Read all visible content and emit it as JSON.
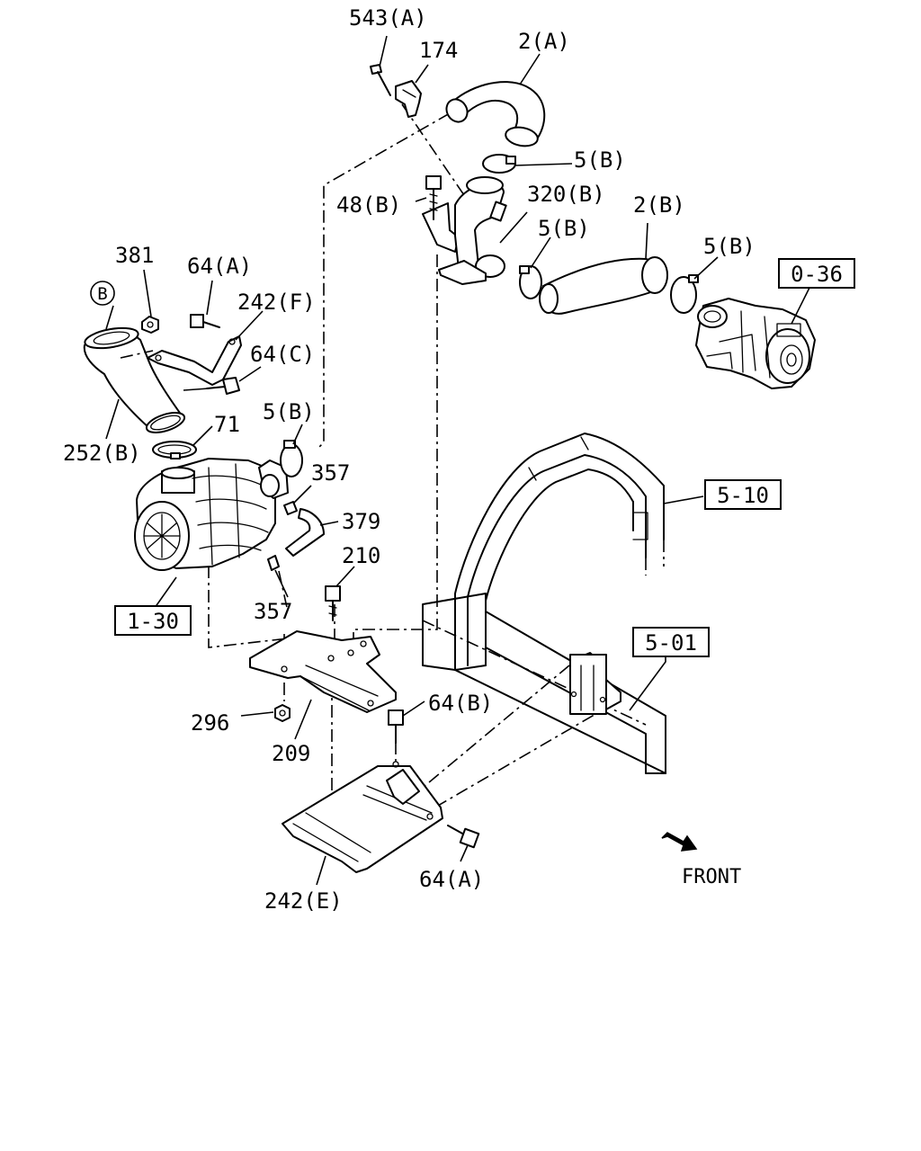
{
  "labels": {
    "p543a": "543(A)",
    "p174": "174",
    "p2a": "2(A)",
    "p5b_1": "5(B)",
    "p48b": "48(B)",
    "p320b": "320(B)",
    "p2b": "2(B)",
    "p5b_2": "5(B)",
    "p5b_3": "5(B)",
    "p381": "381",
    "p64a_1": "64(A)",
    "p242f": "242(F)",
    "p64c": "64(C)",
    "p5b_4": "5(B)",
    "p71": "71",
    "p252b": "252(B)",
    "p357_1": "357",
    "p379": "379",
    "p210": "210",
    "p357_2": "357",
    "p296": "296",
    "p209": "209",
    "p64b": "64(B)",
    "p242e": "242(E)",
    "p64a_2": "64(A)",
    "front": "FRONT"
  },
  "refs": {
    "r0_36": "0-36",
    "r5_10": "5-10",
    "r1_30": "1-30",
    "r5_01": "5-01"
  },
  "circle_b": "B",
  "icons": {
    "front_arrow": "arrow-front-icon"
  }
}
